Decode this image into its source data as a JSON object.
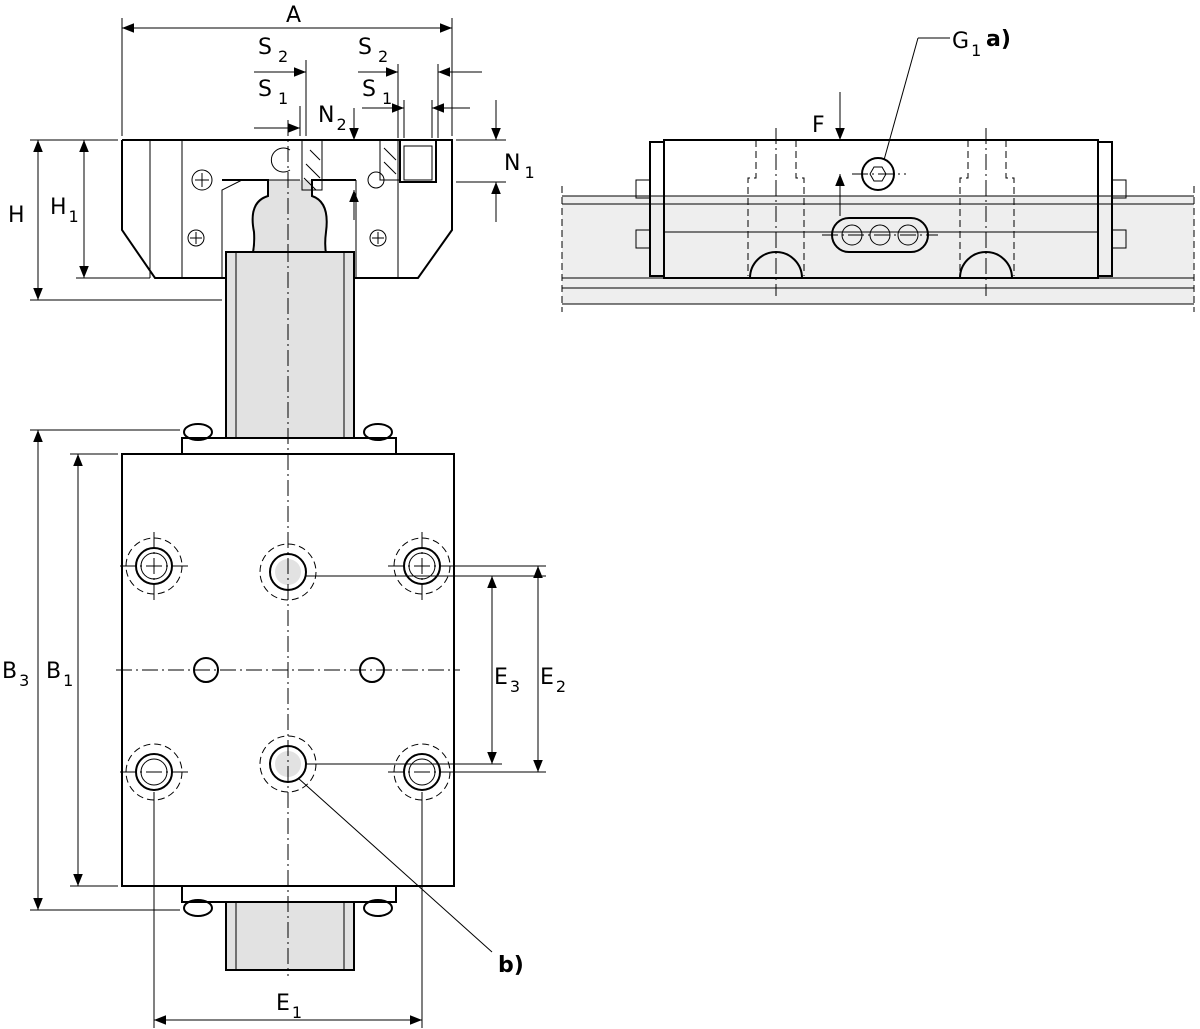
{
  "labels": {
    "A": "A",
    "S2_left": {
      "main": "S",
      "sub": "2"
    },
    "S2_right": {
      "main": "S",
      "sub": "2"
    },
    "S1_left": {
      "main": "S",
      "sub": "1"
    },
    "S1_right": {
      "main": "S",
      "sub": "1"
    },
    "N2": {
      "main": "N",
      "sub": "2"
    },
    "N1": {
      "main": "N",
      "sub": "1"
    },
    "H": "H",
    "H1": {
      "main": "H",
      "sub": "1"
    },
    "F": "F",
    "G1": {
      "main": "G",
      "sub": "1"
    },
    "note_a": "a)",
    "note_b": "b)",
    "B3": {
      "main": "B",
      "sub": "3"
    },
    "B1": {
      "main": "B",
      "sub": "1"
    },
    "E3": {
      "main": "E",
      "sub": "3"
    },
    "E2": {
      "main": "E",
      "sub": "2"
    },
    "E1": {
      "main": "E",
      "sub": "1"
    }
  },
  "colors": {
    "line": "#000000",
    "fill": "#e2e2e2",
    "background": "#ffffff"
  }
}
